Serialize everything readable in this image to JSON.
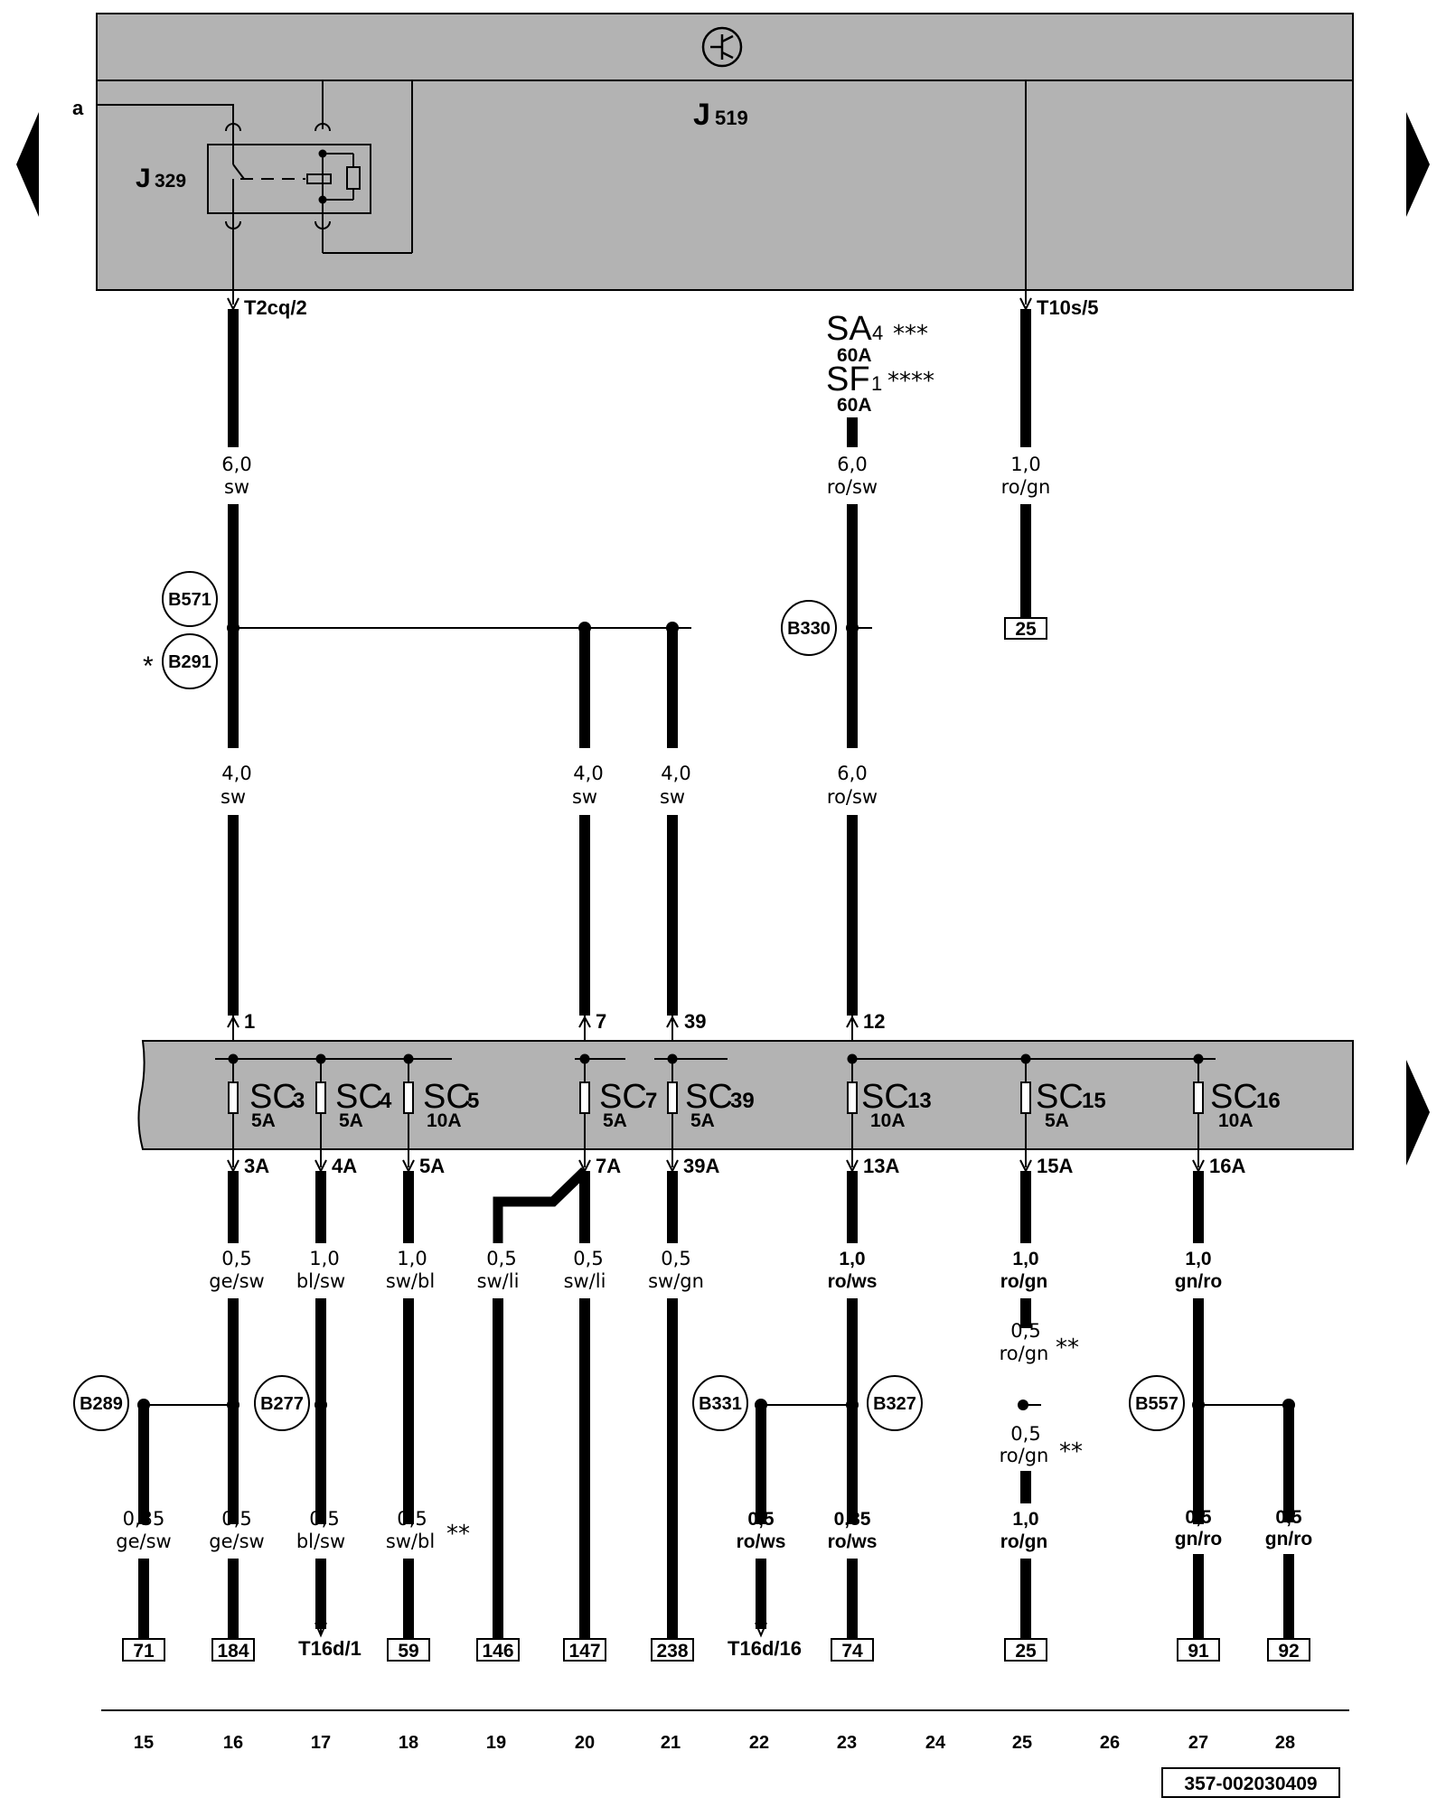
{
  "diagram": {
    "control_unit": "J",
    "control_unit_sub": "519",
    "relay": "J",
    "relay_sub": "329",
    "input_a": "a",
    "connectors": {
      "t2cq2": "T2cq/2",
      "t10s5": "T10s/5",
      "t16d1": "T16d/1",
      "t16d16": "T16d/16"
    },
    "main_fuses": {
      "sa_name": "SA",
      "sa_sub": "4",
      "sa_mark": "***",
      "sa_amp": "60A",
      "sf_name": "SF",
      "sf_sub": "1",
      "sf_mark": "****",
      "sf_amp": "60A"
    },
    "upper_wires": [
      {
        "size": "6,0",
        "color": "sw"
      },
      {
        "size": "6,0",
        "color": "ro/sw"
      },
      {
        "size": "1,0",
        "color": "ro/gn"
      }
    ],
    "splices": {
      "b571": "B571",
      "b291": "B291",
      "b291_mark": "*",
      "b330": "B330",
      "b289": "B289",
      "b277": "B277",
      "b331": "B331",
      "b327": "B327",
      "b557": "B557"
    },
    "mid_wires": [
      {
        "size": "4,0",
        "color": "sw"
      },
      {
        "size": "4,0",
        "color": "sw"
      },
      {
        "size": "4,0",
        "color": "sw"
      },
      {
        "size": "6,0",
        "color": "ro/sw"
      }
    ],
    "fuse_box_inputs": [
      "1",
      "7",
      "39",
      "12"
    ],
    "fuses": [
      {
        "name": "SC",
        "num": "3",
        "amp": "5A",
        "out": "3A"
      },
      {
        "name": "SC",
        "num": "4",
        "amp": "5A",
        "out": "4A"
      },
      {
        "name": "SC",
        "num": "5",
        "amp": "10A",
        "out": "5A"
      },
      {
        "name": "SC",
        "num": "7",
        "amp": "5A",
        "out": "7A"
      },
      {
        "name": "SC",
        "num": "39",
        "amp": "5A",
        "out": "39A"
      },
      {
        "name": "SC",
        "num": "13",
        "amp": "10A",
        "out": "13A"
      },
      {
        "name": "SC",
        "num": "15",
        "amp": "5A",
        "out": "15A"
      },
      {
        "name": "SC",
        "num": "16",
        "amp": "10A",
        "out": "16A"
      }
    ],
    "lower_wires_a": [
      {
        "size": "0,5",
        "color": "ge/sw"
      },
      {
        "size": "1,0",
        "color": "bl/sw"
      },
      {
        "size": "1,0",
        "color": "sw/bl"
      },
      {
        "size": "0,5",
        "color": "sw/li"
      },
      {
        "size": "0,5",
        "color": "sw/li"
      },
      {
        "size": "0,5",
        "color": "sw/gn"
      },
      {
        "size": "1,0",
        "color": "ro/ws"
      },
      {
        "size": "1,0",
        "color": "ro/gn"
      },
      {
        "size": "1,0",
        "color": "gn/ro"
      }
    ],
    "c25_wires": [
      {
        "size": "0,5",
        "color": "ro/gn",
        "mark": "**"
      },
      {
        "size": "0,5",
        "color": "ro/gn",
        "mark": "**"
      },
      {
        "size": "1,0",
        "color": "ro/gn",
        "mark": ""
      }
    ],
    "lower_wires_b": [
      {
        "size": "0,35",
        "color": "ge/sw",
        "mark": ""
      },
      {
        "size": "0,5",
        "color": "ge/sw",
        "mark": ""
      },
      {
        "size": "0,5",
        "color": "bl/sw",
        "mark": ""
      },
      {
        "size": "0,5",
        "color": "sw/bl",
        "mark": "**"
      },
      {
        "size": "0,5",
        "color": "ro/ws",
        "mark": ""
      },
      {
        "size": "0,35",
        "color": "ro/ws",
        "mark": ""
      },
      {
        "size": "0,5",
        "color": "gn/ro",
        "mark": ""
      },
      {
        "size": "0,5",
        "color": "gn/ro",
        "mark": ""
      }
    ],
    "refs": {
      "r25_top": "25",
      "r71": "71",
      "r184": "184",
      "r59": "59",
      "r146": "146",
      "r147": "147",
      "r238": "238",
      "r74": "74",
      "r25_bot": "25",
      "r91": "91",
      "r92": "92"
    },
    "locations": [
      "15",
      "16",
      "17",
      "18",
      "19",
      "20",
      "21",
      "22",
      "23",
      "24",
      "25",
      "26",
      "27",
      "28"
    ],
    "document_code": "357-002030409"
  },
  "colors": {
    "module_fill": "#b3b3b3",
    "wire": "#000000",
    "background": "#ffffff"
  },
  "navigation": {
    "prev_icon": "triangle-left-icon",
    "next_icon": "triangle-right-icon"
  }
}
